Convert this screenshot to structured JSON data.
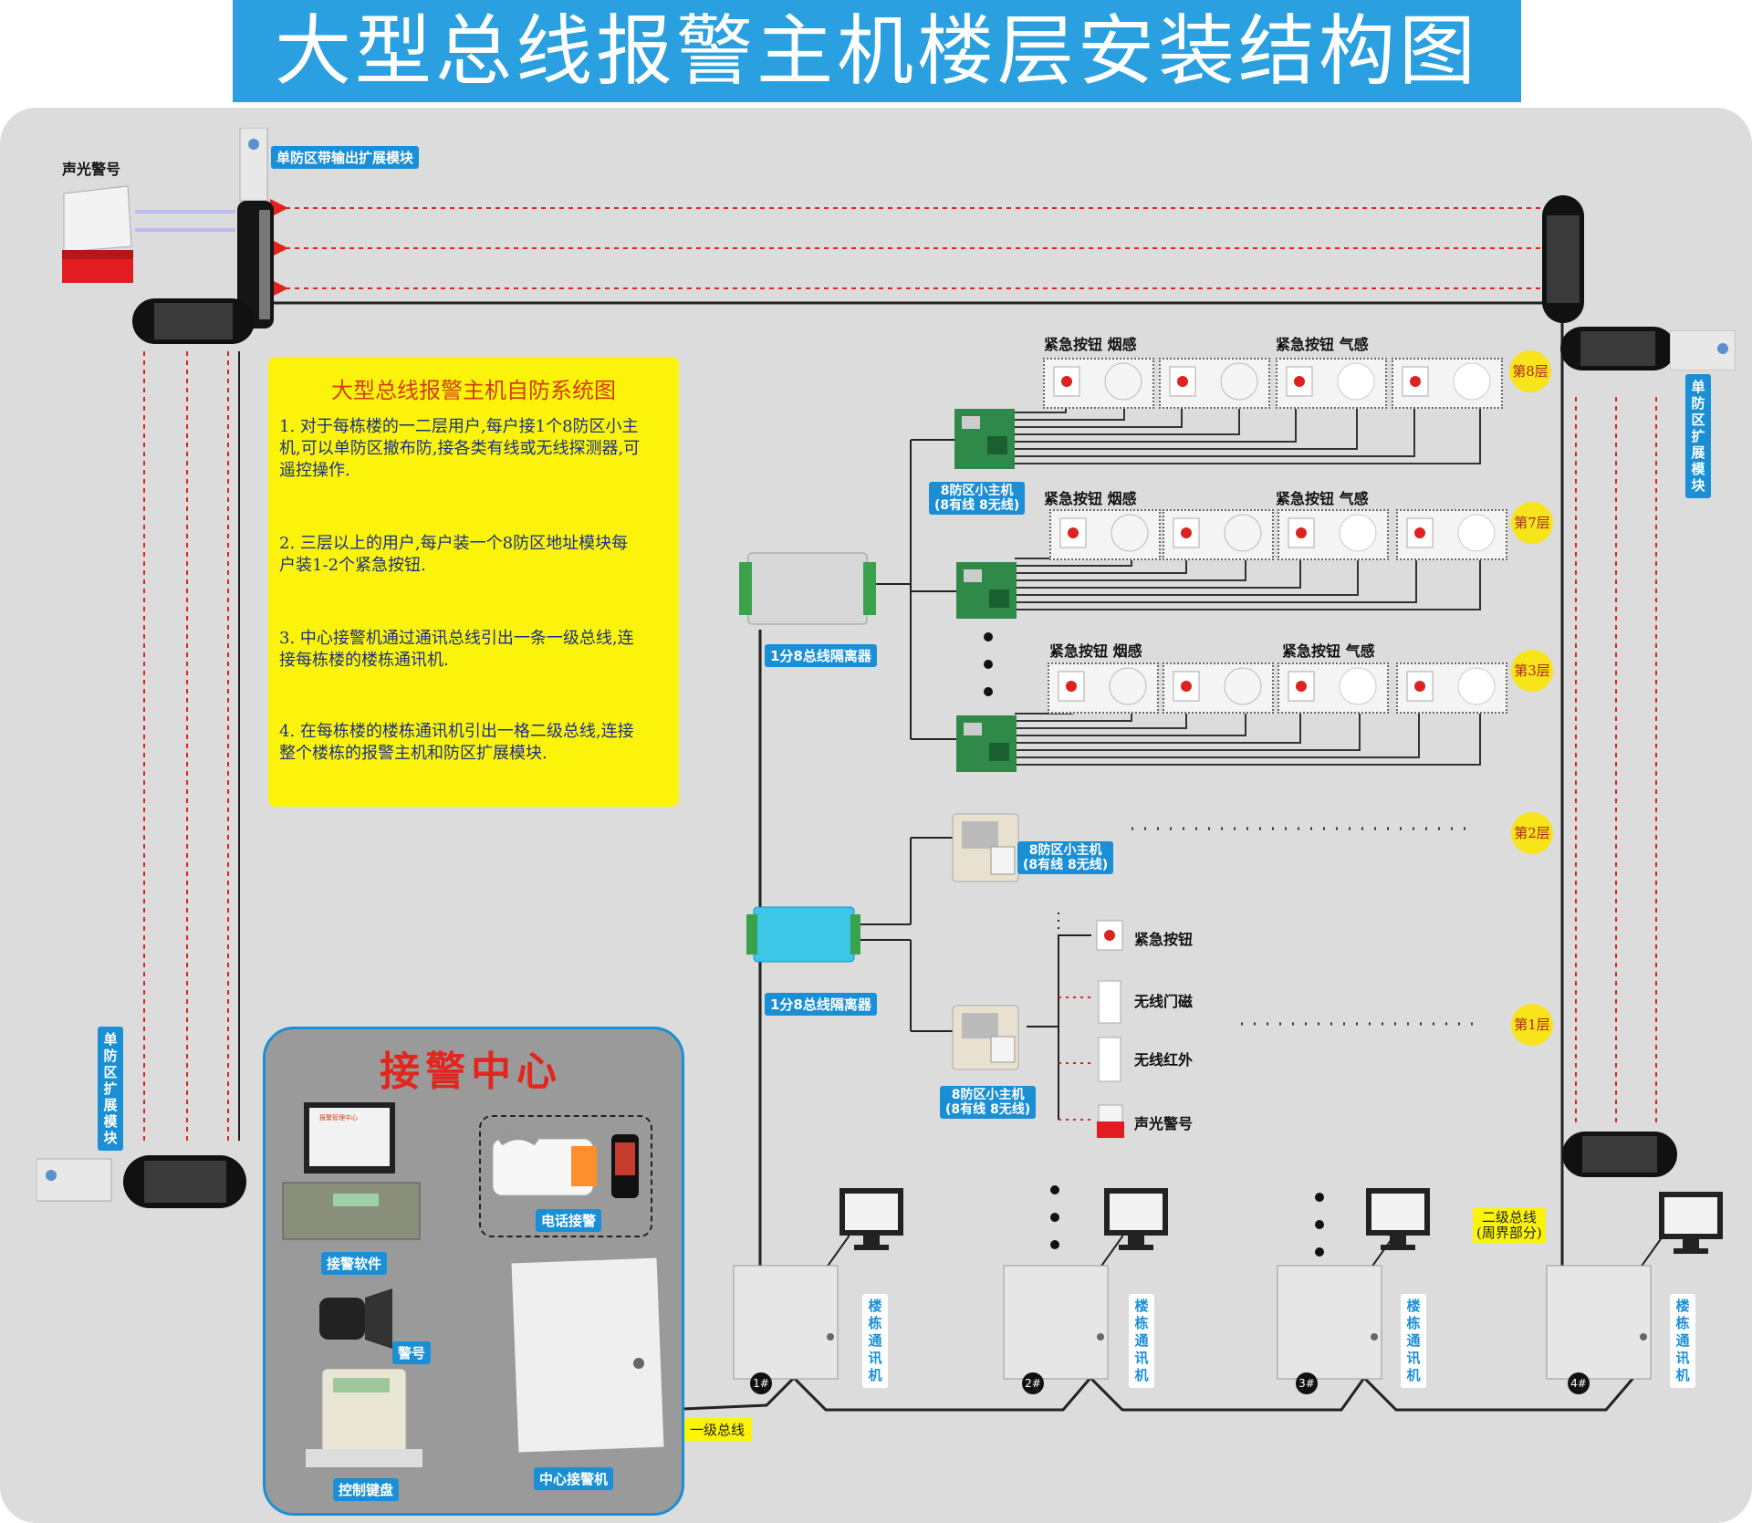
{
  "title": "大型总线报警主机楼层安装结构图",
  "yellow_box": {
    "title": "大型总线报警主机自防系统图",
    "items": [
      "1. 对于每栋楼的一二层用户,每户接1个8防区小主机,可以单防区撤布防,接各类有线或无线探测器,可遥控操作.",
      "2. 三层以上的用户,每户装一个8防区地址模块每户装1-2个紧急按钮.",
      "3. 中心接警机通过通讯总线引出一条一级总线,连接每栋楼的楼栋通讯机.",
      "4. 在每栋楼的楼栋通讯机引出一格二级总线,连接整个楼栋的报警主机和防区扩展模块."
    ]
  },
  "labels": {
    "strobe_siren": "声光警号",
    "module_with_output": "单防区带输出扩展模块",
    "single_zone_module": "单防区扩展模块",
    "small_host_8zone": "8防区小主机",
    "small_host_8zone_sub": "(8有线 8无线)",
    "isolator": "1分8总线隔离器",
    "emergency_smoke": "紧急按钮 烟感",
    "emergency_gas": "紧急按钮 气感",
    "emergency_button": "紧急按钮",
    "wireless_door": "无线门磁",
    "wireless_ir": "无线红外",
    "siren": "声光警号",
    "building_comm": "楼栋通讯机",
    "level2_bus": "二级总线",
    "level2_bus_sub": "(周界部分)",
    "level1_bus": "一级总线"
  },
  "floors": [
    "第8层",
    "第7层",
    "第3层",
    "第2层",
    "第1层"
  ],
  "building_numbers": [
    "1#",
    "2#",
    "3#",
    "4#"
  ],
  "center": {
    "title": "接警中心",
    "software": "接警软件",
    "phone": "电话接警",
    "horn": "警号",
    "keyboard": "控制键盘",
    "host": "中心接警机",
    "screen_text": "报警管理中心"
  }
}
